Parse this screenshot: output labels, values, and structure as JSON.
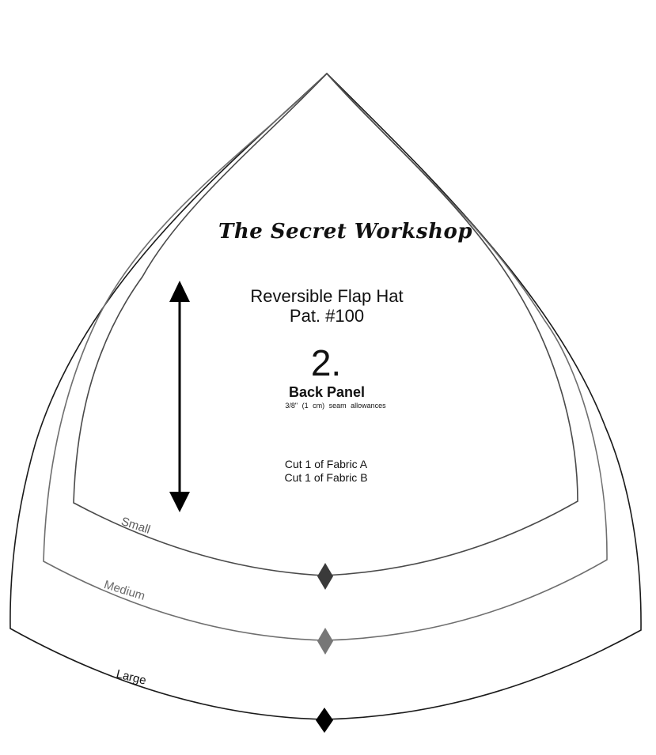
{
  "pattern": {
    "brand": "The Secret Workshop",
    "title_line1": "Reversible Flap Hat",
    "title_line2": "Pat. #100",
    "piece_number": "2.",
    "piece_name": "Back Panel",
    "seam_note": "3/8\" (1 cm) seam allowances",
    "cut_a": "Cut 1 of Fabric A",
    "cut_b": "Cut 1 of Fabric B"
  },
  "sizes": {
    "small": "Small",
    "medium": "Medium",
    "large": "Large"
  },
  "colors": {
    "outline_large": "#1a1a1a",
    "outline_medium": "#6e6e6e",
    "outline_small": "#4a4a4a",
    "notch_small": "#3a3a3a",
    "notch_medium": "#777777",
    "notch_large": "#000000"
  }
}
